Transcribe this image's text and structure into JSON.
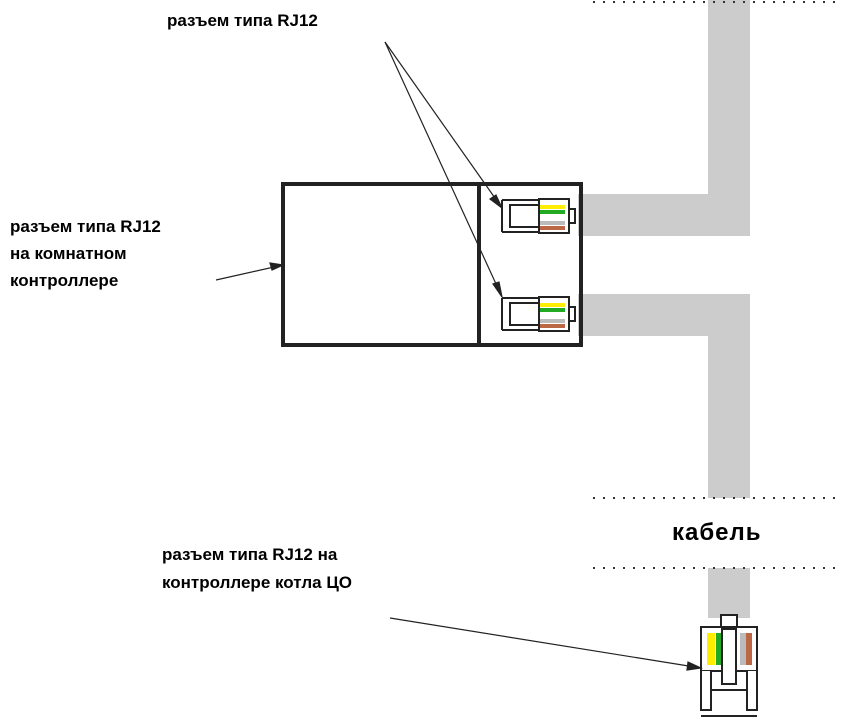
{
  "labels": {
    "rj12_top": "разъем типа  RJ12",
    "room_controller_line1": "разъем типа  RJ12",
    "room_controller_line2": "на комнатном",
    "room_controller_line3": "контроллере",
    "cable": "кабель",
    "boiler_line1": "разъем типа  RJ12 на",
    "boiler_line2": "контроллере котла ЦО"
  },
  "colors": {
    "cable": "#cccccc",
    "outline": "#222222",
    "wire_yellow": "#ffee00",
    "wire_green": "#22aa22",
    "wire_gray": "#bbbbbb",
    "wire_brown": "#bb6644",
    "dots": "#333333"
  }
}
